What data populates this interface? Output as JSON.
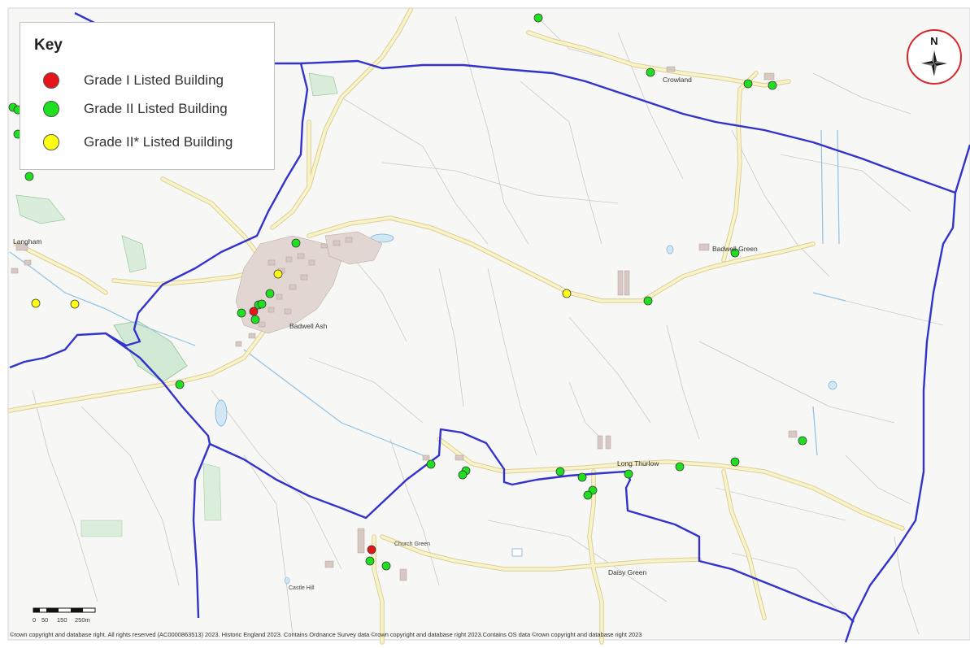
{
  "legend": {
    "title": "Key",
    "items": [
      {
        "label": "Grade I Listed Building",
        "color": "#e8141b"
      },
      {
        "label": "Grade II Listed Building",
        "color": "#1ee01e"
      },
      {
        "label": "Grade II* Listed Building",
        "color": "#ffff14"
      }
    ]
  },
  "compass": {
    "label": "N",
    "ring_color": "#d9262a"
  },
  "boundary_color": "#3333cc",
  "scale": {
    "labels": [
      "0",
      "50",
      "150",
      "250m"
    ]
  },
  "copyright": "©rown copyright and database right. All rights reserved (AC0000863513) 2023. Historic England 2023. Contains Ordnance Survey data ©rown copyright and database right 2023.Contains OS data ©rown copyright and database right 2023",
  "places": {
    "crownland": "Crowland",
    "badwell_green": "Badwell Green",
    "badwell_ash": "Badwell Ash",
    "langham": "Langham",
    "long_thurlow": "Long Thurlow",
    "daisy_green": "Daisy Green",
    "church_green": "Church Green",
    "castle_hill": "Castle Hill"
  }
}
